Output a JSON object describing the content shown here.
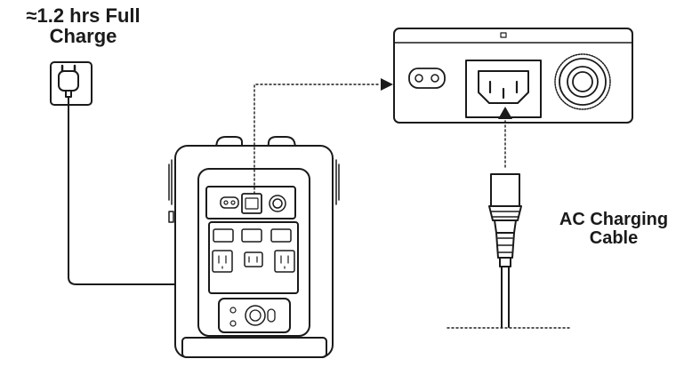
{
  "labels": {
    "charge_time_line1": "≈1.2 hrs Full",
    "charge_time_line2": "Charge",
    "cable_line1": "AC Charging",
    "cable_line2": "Cable"
  },
  "colors": {
    "stroke": "#1a1a1a",
    "fill": "#ffffff",
    "light_fill": "#f4f4f4"
  },
  "icons": {
    "wall_outlet": "wall-outlet-icon",
    "power_station": "power-station-icon",
    "ac_plug": "ac-plug-icon",
    "arrow": "arrow-head-icon"
  }
}
